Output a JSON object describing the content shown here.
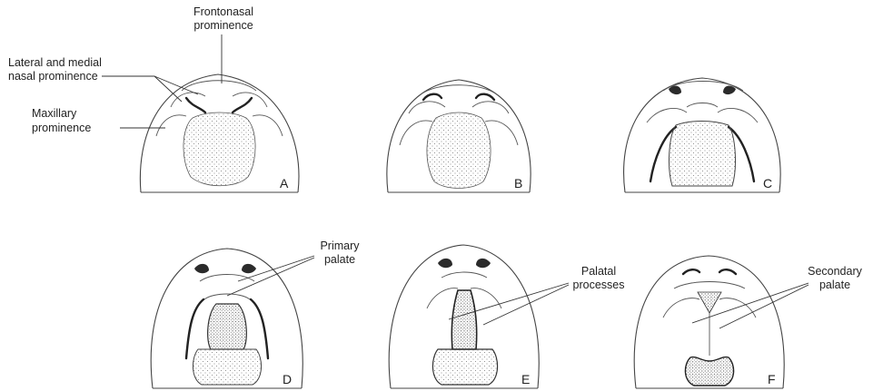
{
  "labels": {
    "frontonasal": [
      "Frontonasal",
      "prominence"
    ],
    "nasal": [
      "Lateral and medial",
      "nasal prominence"
    ],
    "maxillary": [
      "Maxillary",
      "prominence"
    ],
    "primary_palate": [
      "Primary",
      "palate"
    ],
    "palatal_processes": [
      "Palatal",
      "processes"
    ],
    "secondary_palate": [
      "Secondary",
      "palate"
    ]
  },
  "panels": [
    "A",
    "B",
    "C",
    "D",
    "E",
    "F"
  ],
  "colors": {
    "ink": "#222222",
    "stipple": "#777777",
    "background": "#ffffff"
  }
}
